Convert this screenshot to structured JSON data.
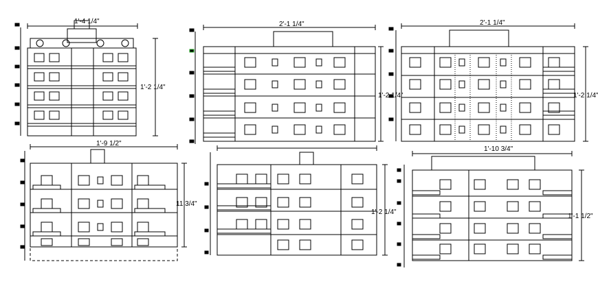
{
  "elevations": [
    {
      "id": "elev-1",
      "width_label": "1'-4 1/4\"",
      "height_label": "1'-2 1/4\""
    },
    {
      "id": "elev-2",
      "width_label": "2'-1 1/4\"",
      "height_label": "1'-2 1/4\""
    },
    {
      "id": "elev-3",
      "width_label": "2'-1 1/4\"",
      "height_label": "1'-2 1/4\""
    },
    {
      "id": "elev-4",
      "width_label": "1'-9 1/2\"",
      "height_label": "11 3/4\""
    },
    {
      "id": "elev-5",
      "width_label": "",
      "height_label": "1'-2 1/4\""
    },
    {
      "id": "elev-6",
      "width_label": "1'-10 3/4\"",
      "height_label": "1'-1 1/2\""
    }
  ],
  "colors": {
    "line": "#000000",
    "background": "#ffffff",
    "marker": "#22aa22"
  }
}
